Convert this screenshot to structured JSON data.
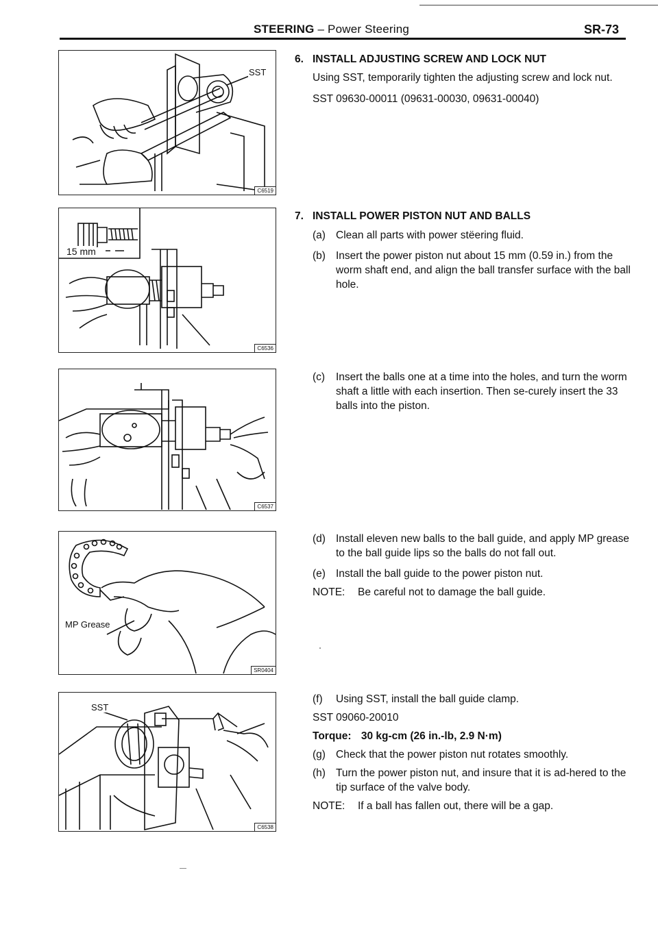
{
  "header": {
    "section": "STEERING",
    "dash": " – ",
    "subsection": "Power Steering",
    "page": "SR-73"
  },
  "figures": [
    {
      "code": "C6519",
      "label": "SST"
    },
    {
      "code": "C6536",
      "label": "15 mm"
    },
    {
      "code": "C6537"
    },
    {
      "code": "SR0404",
      "label": "MP Grease"
    },
    {
      "code": "C6538",
      "label": "SST"
    }
  ],
  "step6": {
    "number": "6.",
    "title": "INSTALL ADJUSTING SCREW AND LOCK NUT",
    "text": "Using SST, temporarily tighten the adjusting screw and lock nut.",
    "sst": "SST 09630-00011 (09631-00030, 09631-00040)"
  },
  "step7": {
    "number": "7.",
    "title": "INSTALL POWER PISTON NUT AND BALLS",
    "a": {
      "tag": "(a)",
      "text": "Clean all parts with power stëering fluid."
    },
    "b": {
      "tag": "(b)",
      "text": "Insert the power piston nut about 15 mm (0.59 in.) from the worm shaft end, and align the ball transfer surface with the ball hole."
    },
    "c": {
      "tag": "(c)",
      "text": "Insert the balls one at a time into the holes, and turn the worm shaft a little with each insertion. Then se-curely insert the 33 balls into the piston."
    },
    "d": {
      "tag": "(d)",
      "text": "Install eleven new balls to the ball guide, and apply MP grease to the ball guide lips so the balls do not fall out."
    },
    "e": {
      "tag": "(e)",
      "text": "Install the ball guide to the power piston nut."
    },
    "note1": {
      "label": "NOTE:",
      "text": "Be careful not to damage the ball guide."
    },
    "f": {
      "tag": "(f)",
      "text": "Using SST, install the ball guide clamp."
    },
    "f_sst": "SST 09060-20010",
    "torque": {
      "label": "Torque:",
      "value": "30 kg-cm (26 in.-lb, 2.9 N·m)"
    },
    "g": {
      "tag": "(g)",
      "text": "Check that the power piston nut rotates smoothly."
    },
    "h": {
      "tag": "(h)",
      "text": "Turn the power piston nut, and insure that it is ad-hered to the tip surface of the valve body."
    },
    "note2": {
      "label": "NOTE:",
      "text": "If a ball has fallen out, there will be a gap."
    }
  }
}
